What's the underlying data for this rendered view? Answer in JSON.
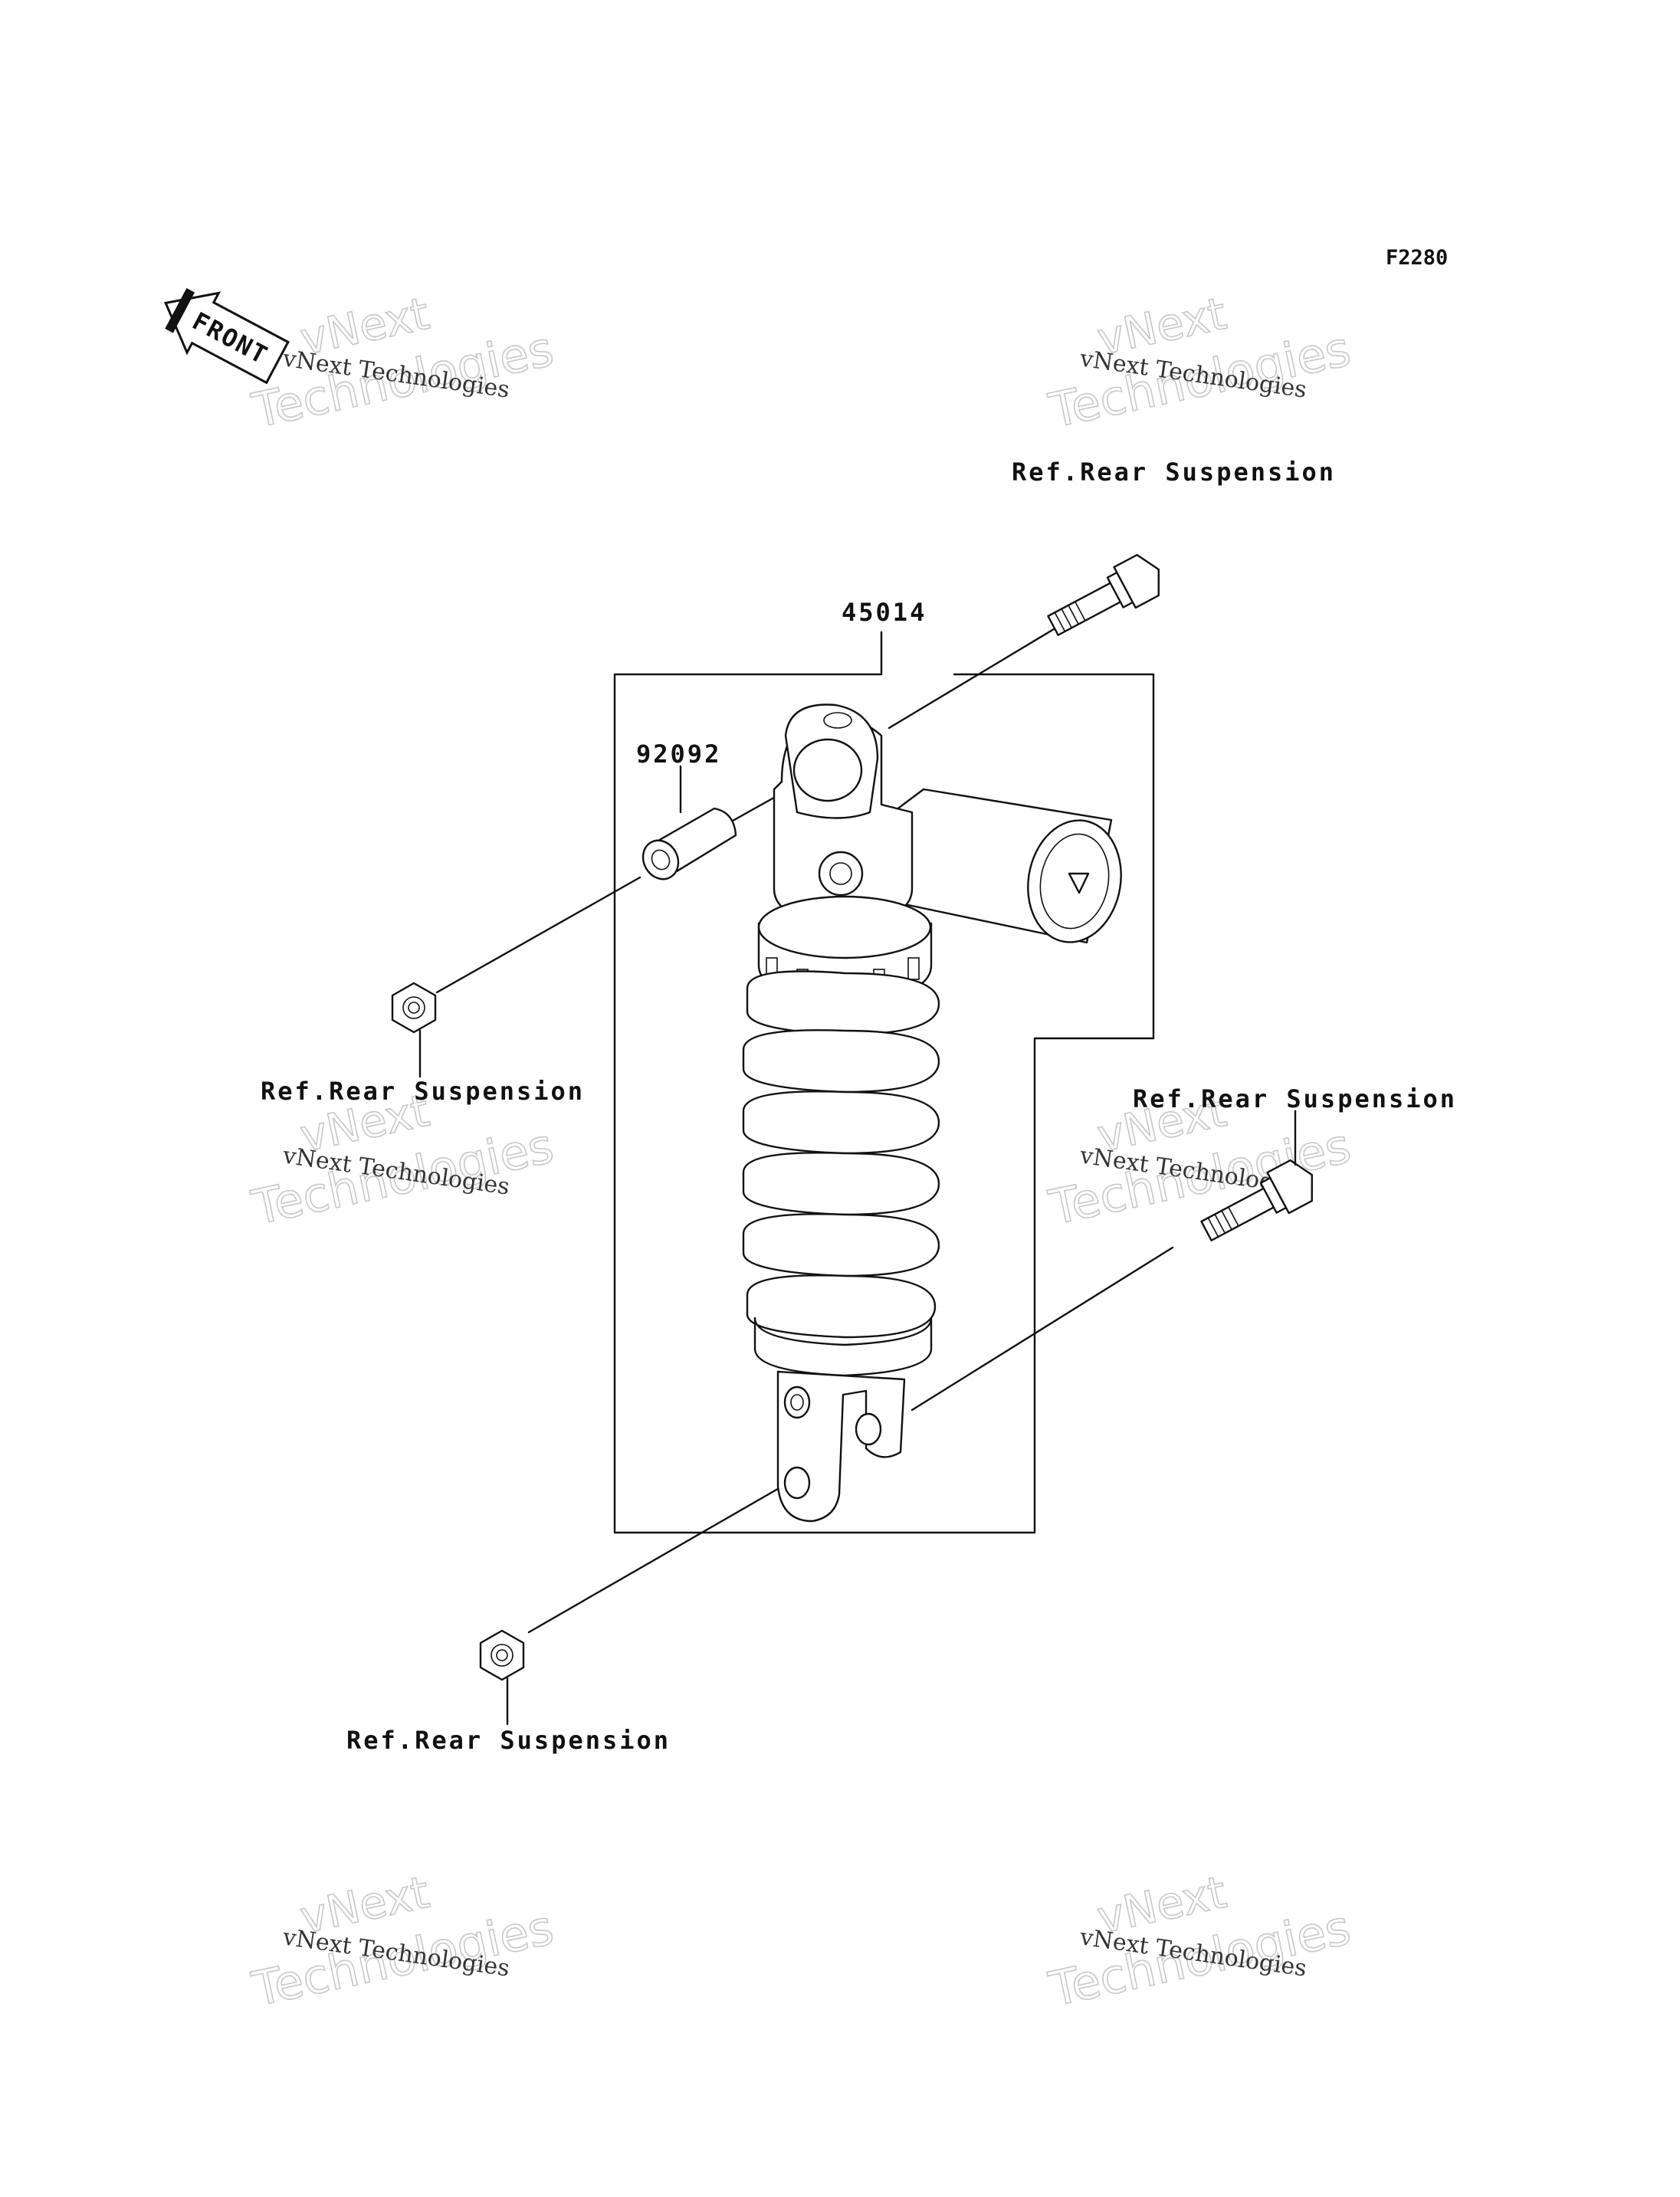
{
  "diagram_code": "F2280",
  "front_badge": "FRONT",
  "parts": {
    "shock_absorber": "45014",
    "collar": "92092"
  },
  "references": {
    "top_bolt": "Ref.Rear Suspension",
    "upper_nut": "Ref.Rear Suspension",
    "lower_bolt": "Ref.Rear Suspension",
    "lower_nut": "Ref.Rear Suspension"
  },
  "watermarks": [
    {
      "small": "vNext Technologies",
      "big1": "vNext",
      "big2": "Technologies"
    },
    {
      "small": "vNext Technologies",
      "big1": "vNext",
      "big2": "Technologies"
    },
    {
      "small": "vNext Technologies",
      "big1": "vNext",
      "big2": "Technologies"
    },
    {
      "small": "vNext Technologies",
      "big1": "vNext",
      "big2": "Technologies"
    },
    {
      "small": "vNext Technologies",
      "big1": "vNext",
      "big2": "Technologies"
    },
    {
      "small": "vNext Technologies",
      "big1": "vNext",
      "big2": "Technologies"
    }
  ]
}
